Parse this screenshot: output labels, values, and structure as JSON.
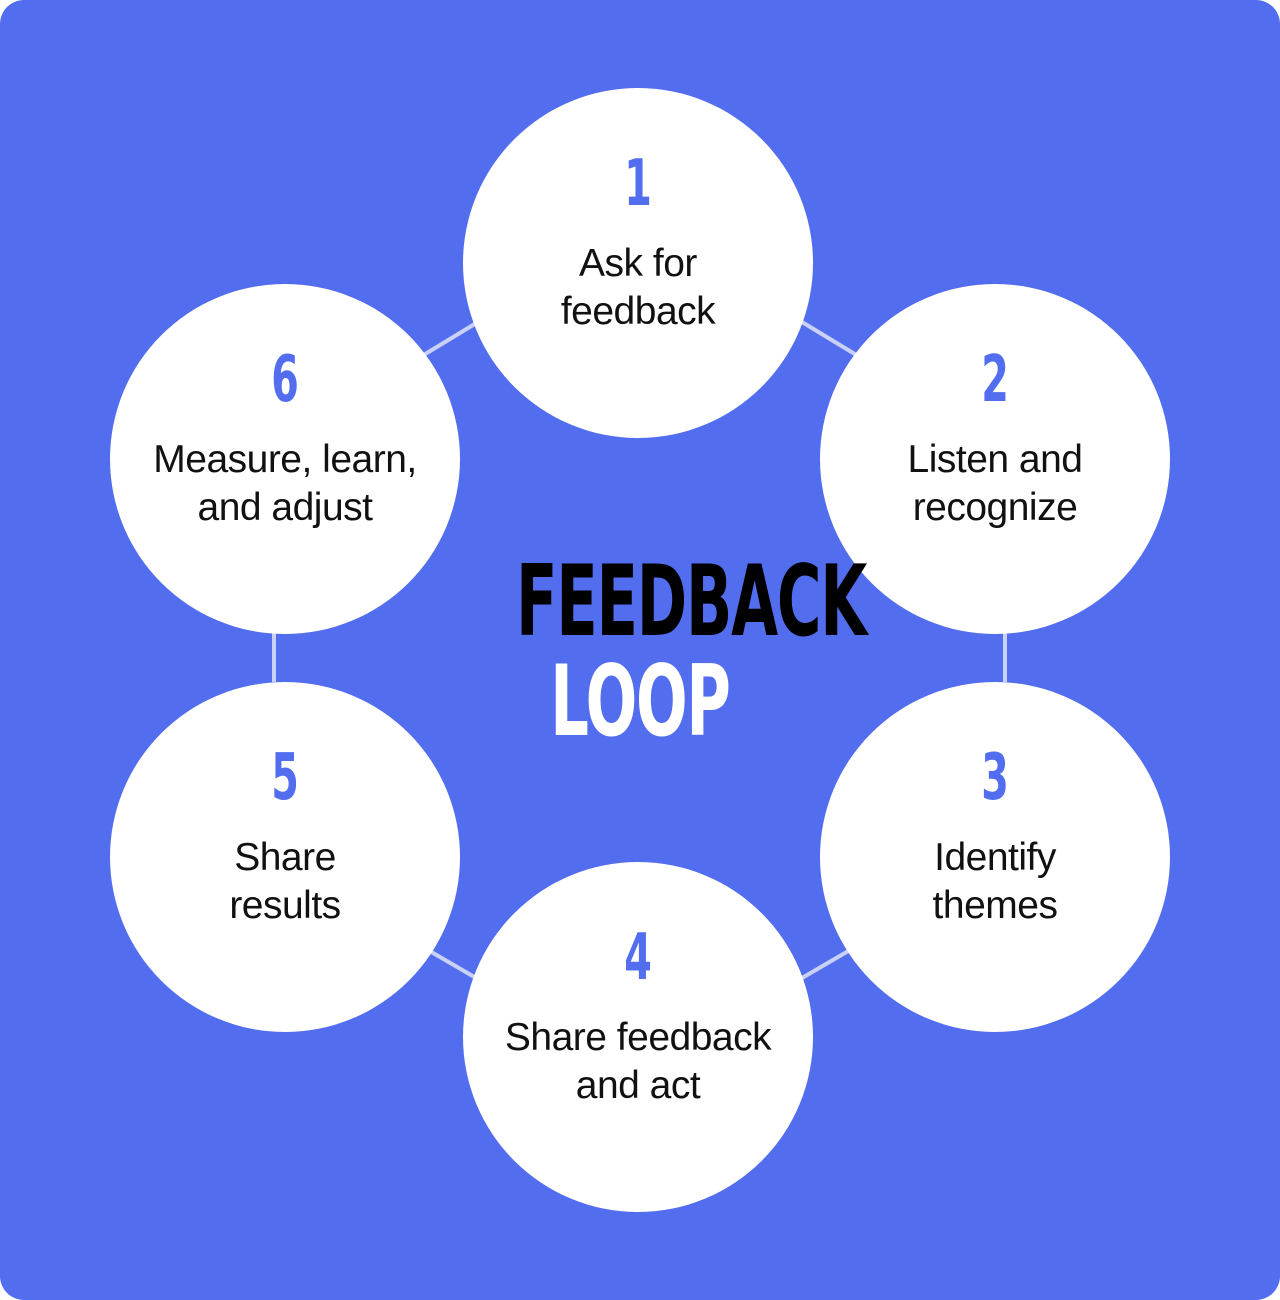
{
  "colors": {
    "background": "#536DEF",
    "circle_fill": "#FFFFFF",
    "number": "#536DEF",
    "label": "#111111",
    "title_primary": "#000000",
    "title_secondary": "#FFFFFF",
    "connector": "#C9D1F8"
  },
  "title": {
    "line1": "FEEDBACK",
    "line2": "LOOP"
  },
  "steps": [
    {
      "number": "1",
      "label_line1": "Ask for",
      "label_line2": "feedback"
    },
    {
      "number": "2",
      "label_line1": "Listen and",
      "label_line2": "recognize"
    },
    {
      "number": "3",
      "label_line1": "Identify",
      "label_line2": "themes"
    },
    {
      "number": "4",
      "label_line1": "Share feedback",
      "label_line2": "and act"
    },
    {
      "number": "5",
      "label_line1": "Share",
      "label_line2": "results"
    },
    {
      "number": "6",
      "label_line1": "Measure, learn,",
      "label_line2": "and adjust"
    }
  ]
}
